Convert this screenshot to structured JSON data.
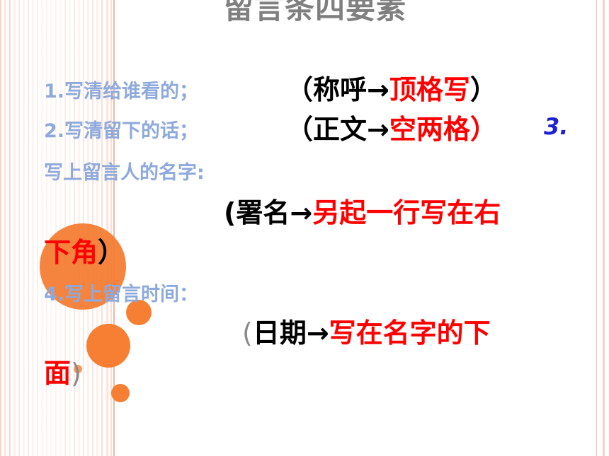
{
  "title": "留言条四要素",
  "items": [
    {
      "label": "1.写清给谁看的；",
      "open": "（",
      "black": "称呼→",
      "red": "顶格写",
      "close": "）"
    },
    {
      "label": "2.写清留下的话；",
      "open": "（",
      "black": "正文→",
      "red": "空两格",
      "close": "）",
      "trail": "3."
    },
    {
      "label": "写上留言人的名字:",
      "open": "(",
      "black": "署名→",
      "red": "另起一行写在右",
      "red2": "下角",
      "close": "）"
    },
    {
      "label": "4.写上留言时间：",
      "open": "(",
      "black": "日期→",
      "red": "写在名字的下",
      "red2": "面",
      "close": ")"
    }
  ],
  "colors": {
    "label": "#8ea9db",
    "accent": "#ff0000",
    "number": "#1f1fd6",
    "circle": "#f77f33"
  }
}
